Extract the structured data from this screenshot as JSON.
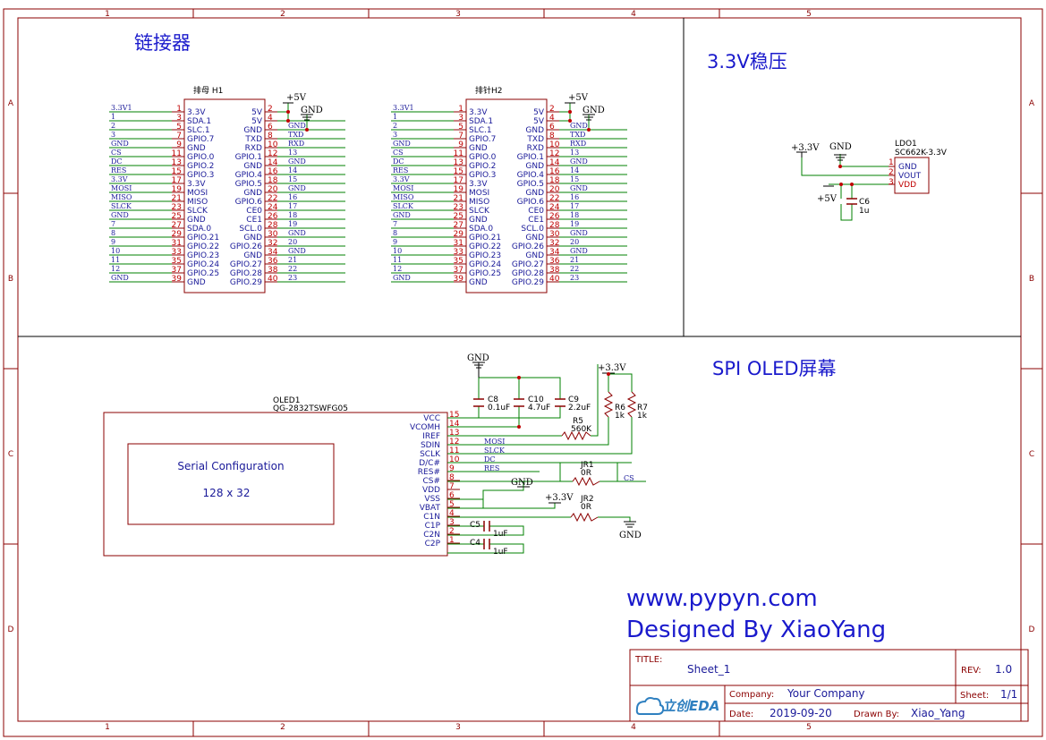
{
  "border": {
    "columns": [
      "1",
      "2",
      "3",
      "4",
      "5"
    ],
    "rows": [
      "A",
      "B",
      "C",
      "D"
    ]
  },
  "sections": {
    "connectors_title": "链接器",
    "ldo_title": "3.3V稳压",
    "oled_title": "SPI OLED屏幕"
  },
  "h1": {
    "label": "排母 H1",
    "left_nets": [
      "3.3V1",
      "1",
      "2",
      "3",
      "GND",
      "CS",
      "DC",
      "RES",
      "3.3V",
      "MOSI",
      "MISO",
      "SLCK",
      "GND",
      "7",
      "8",
      "9",
      "10",
      "11",
      "12",
      "GND"
    ],
    "right_nets": [
      "+5V",
      "GND",
      "TXD",
      "RXD",
      "13",
      "GND",
      "14",
      "15",
      "GND",
      "16",
      "17",
      "18",
      "19",
      "GND",
      "20",
      "GND",
      "21",
      "22",
      "23"
    ],
    "power_label": "+5V",
    "gnd_label": "GND"
  },
  "h2": {
    "label": "排针H2",
    "left_nets": [
      "3.3V1",
      "1",
      "2",
      "3",
      "GND",
      "CS",
      "DC",
      "RES",
      "3.3V",
      "MOSI",
      "MISO",
      "SLCK",
      "GND",
      "7",
      "8",
      "9",
      "10",
      "11",
      "12",
      "GND"
    ],
    "right_nets": [
      "GND",
      "TXD",
      "RXD",
      "13",
      "GND",
      "14",
      "15",
      "GND",
      "16",
      "17",
      "18",
      "19",
      "GND",
      "20",
      "GND",
      "21",
      "22",
      "23"
    ],
    "power_label": "+5V",
    "gnd_label": "GND"
  },
  "header_pins": {
    "odd_nums": [
      "1",
      "3",
      "5",
      "7",
      "9",
      "11",
      "13",
      "15",
      "17",
      "19",
      "21",
      "23",
      "25",
      "27",
      "29",
      "31",
      "33",
      "35",
      "37",
      "39"
    ],
    "even_nums": [
      "2",
      "4",
      "6",
      "8",
      "10",
      "12",
      "14",
      "16",
      "18",
      "20",
      "22",
      "24",
      "26",
      "28",
      "30",
      "32",
      "34",
      "36",
      "38",
      "40"
    ],
    "left_names": [
      "3.3V",
      "SDA.1",
      "SLC.1",
      "GPIO.7",
      "GND",
      "GPIO.0",
      "GPIO.2",
      "GPIO.3",
      "3.3V",
      "MOSI",
      "MISO",
      "SLCK",
      "GND",
      "SDA.0",
      "GPIO.21",
      "GPIO.22",
      "GPIO.23",
      "GPIO.24",
      "GPIO.25",
      "GND"
    ],
    "right_names": [
      "5V",
      "5V",
      "GND",
      "TXD",
      "RXD",
      "GPIO.1",
      "GND",
      "GPIO.4",
      "GPIO.5",
      "GND",
      "GPIO.6",
      "CE0",
      "CE1",
      "SCL.0",
      "GND",
      "GPIO.26",
      "GND",
      "GPIO.27",
      "GPIO.28",
      "GPIO.29"
    ]
  },
  "ldo": {
    "designator": "LDO1",
    "part": "SC662K-3.3V",
    "pins": [
      {
        "num": "1",
        "name": "GND"
      },
      {
        "num": "2",
        "name": "VOUT"
      },
      {
        "num": "3",
        "name": "VDD"
      }
    ],
    "v33_label": "+3.3V",
    "gnd_label": "GND",
    "v5_label": "+5V",
    "cap_name": "C6",
    "cap_value": "1u"
  },
  "oled": {
    "designator": "OLED1",
    "part": "QG-2832TSWFG05",
    "inner_title": "Serial Configuration",
    "inner_size": "128 x 32",
    "pins": [
      {
        "num": "15",
        "name": "VCC"
      },
      {
        "num": "14",
        "name": "VCOMH"
      },
      {
        "num": "13",
        "name": "IREF"
      },
      {
        "num": "12",
        "name": "SDIN"
      },
      {
        "num": "11",
        "name": "SCLK"
      },
      {
        "num": "10",
        "name": "D/C#"
      },
      {
        "num": "9",
        "name": "RES#"
      },
      {
        "num": "8",
        "name": "CS#"
      },
      {
        "num": "7",
        "name": "VDD"
      },
      {
        "num": "6",
        "name": "VSS"
      },
      {
        "num": "5",
        "name": "VBAT"
      },
      {
        "num": "4",
        "name": "C1N"
      },
      {
        "num": "3",
        "name": "C1P"
      },
      {
        "num": "2",
        "name": "C2N"
      },
      {
        "num": "1",
        "name": "C2P"
      }
    ],
    "nets": {
      "mosi": "MOSI",
      "slck": "SLCK",
      "dc": "DC",
      "res": "RES",
      "cs": "CS"
    },
    "caps": [
      {
        "name": "C8",
        "value": "0.1uF"
      },
      {
        "name": "C10",
        "value": "4.7uF"
      },
      {
        "name": "C9",
        "value": "2.2uF"
      }
    ],
    "r5": {
      "name": "R5",
      "value": "560K"
    },
    "r6": {
      "name": "R6",
      "value": "1k"
    },
    "r7": {
      "name": "R7",
      "value": "1k"
    },
    "jr1": {
      "name": "JR1",
      "value": "0R"
    },
    "jr2": {
      "name": "JR2",
      "value": "0R"
    },
    "c5": {
      "name": "C5",
      "value": "1uF"
    },
    "c4": {
      "name": "C4",
      "value": "1uF"
    },
    "gnd_label": "GND",
    "v33_label": "+3.3V"
  },
  "footer": {
    "url": "www.pypyn.com",
    "designer": "Designed By XiaoYang"
  },
  "title_block": {
    "title_label": "TITLE:",
    "title_value": "Sheet_1",
    "rev_label": "REV:",
    "rev_value": "1.0",
    "company_label": "Company:",
    "company_value": "Your Company",
    "sheet_label": "Sheet:",
    "sheet_value": "1/1",
    "date_label": "Date:",
    "date_value": "2019-09-20",
    "drawn_label": "Drawn By:",
    "drawn_value": "Xiao_Yang",
    "logo_text": "立创EDA"
  }
}
